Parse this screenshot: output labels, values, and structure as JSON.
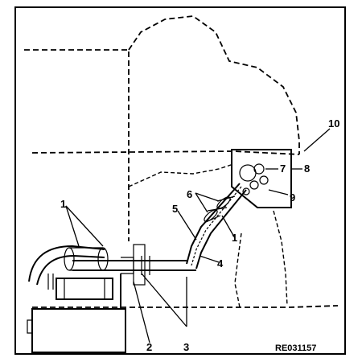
{
  "figure": {
    "reference_code": "RE031157",
    "callouts": {
      "c1_left": "1",
      "c1_right": "1",
      "c2": "2",
      "c3": "3",
      "c4": "4",
      "c5": "5",
      "c6": "6",
      "c7": "7",
      "c8": "8",
      "c9": "9",
      "c10": "10"
    }
  }
}
